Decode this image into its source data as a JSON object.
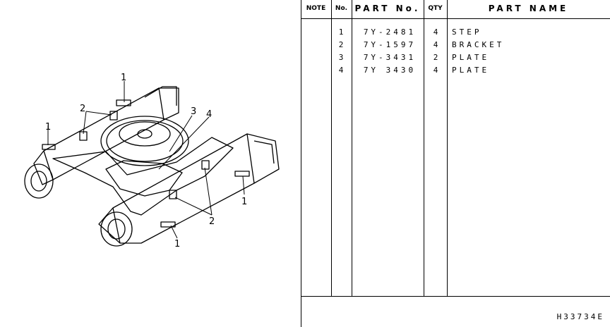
{
  "illustration": {
    "callouts": [
      "1",
      "2",
      "3",
      "4",
      "1",
      "1",
      "2",
      "1"
    ]
  },
  "table": {
    "headers": {
      "note": "NOTE",
      "no": "No.",
      "part_no": "PART No.",
      "qty": "QTY",
      "part_name": "PART NAME"
    },
    "rows": [
      {
        "no": "1",
        "part_no": "7Y-2481",
        "qty": "4",
        "name": "STEP"
      },
      {
        "no": "2",
        "part_no": "7Y-1597",
        "qty": "4",
        "name": "BRACKET"
      },
      {
        "no": "3",
        "part_no": "7Y-3431",
        "qty": "2",
        "name": "PLATE"
      },
      {
        "no": "4",
        "part_no": "7Y 3430",
        "qty": "4",
        "name": "PLATE"
      }
    ]
  },
  "footer": {
    "code": "H33734E"
  }
}
